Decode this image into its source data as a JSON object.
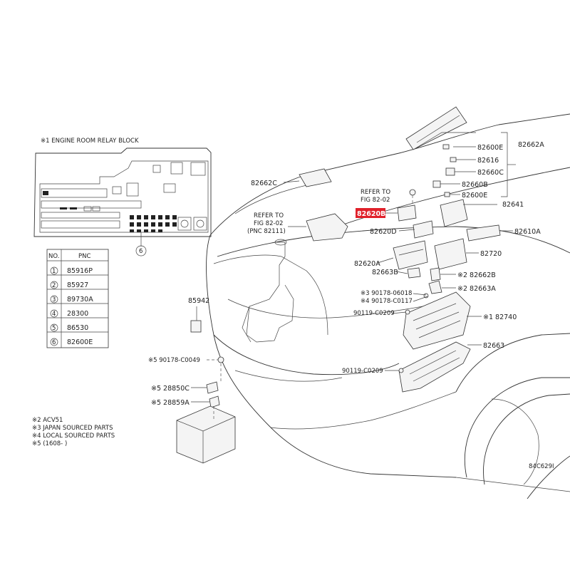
{
  "relay_block": {
    "title": "※1 ENGINE ROOM RELAY BLOCK",
    "callout": "6"
  },
  "table": {
    "col_no": "NO.",
    "col_pnc": "PNC",
    "rows": [
      {
        "no": "1",
        "pnc": "85916P"
      },
      {
        "no": "2",
        "pnc": "85927"
      },
      {
        "no": "3",
        "pnc": "89730A"
      },
      {
        "no": "4",
        "pnc": "28300"
      },
      {
        "no": "5",
        "pnc": "86530"
      },
      {
        "no": "6",
        "pnc": "82600E"
      }
    ]
  },
  "notes": [
    "※2 ACV51",
    "※3 JAPAN SOURCED PARTS",
    "※4 LOCAL SOURCED PARTS",
    "※5 (1608-       )"
  ],
  "refs": {
    "ref1_line1": "REFER TO",
    "ref1_line2": "FIG 82-02",
    "ref1_line3": "(PNC 82111)",
    "ref2_line1": "REFER TO",
    "ref2_line2": "FIG 82-02"
  },
  "labels": {
    "p82662A": "82662A",
    "p82600E_top": "82600E",
    "p82616": "82616",
    "p82660C": "82660C",
    "p82660B": "82660B",
    "p82600E_mid": "82600E",
    "p82641": "82641",
    "p82610A": "82610A",
    "p82720": "82720",
    "p82662C": "82662C",
    "p82620B": "82620B",
    "p82620D": "82620D",
    "p82620A": "82620A",
    "p82663B": "82663B",
    "p82662B": "※2 82662B",
    "p82663A": "※2 82663A",
    "p90178_06018": "※3 90178-06018",
    "p90178_C0117": "※4 90178-C0117",
    "p90119_C0209a": "90119-C0209",
    "p82740": "※1 82740",
    "p82663": "82663",
    "p90119_C0209b": "90119-C0209",
    "p85942": "85942",
    "p90178_C0049": "※5 90178-C0049",
    "p28850C": "※5 28850C",
    "p28859A": "※5 28859A",
    "code": "84C629I"
  },
  "colors": {
    "highlight": "#e0202a",
    "line": "#333333"
  }
}
